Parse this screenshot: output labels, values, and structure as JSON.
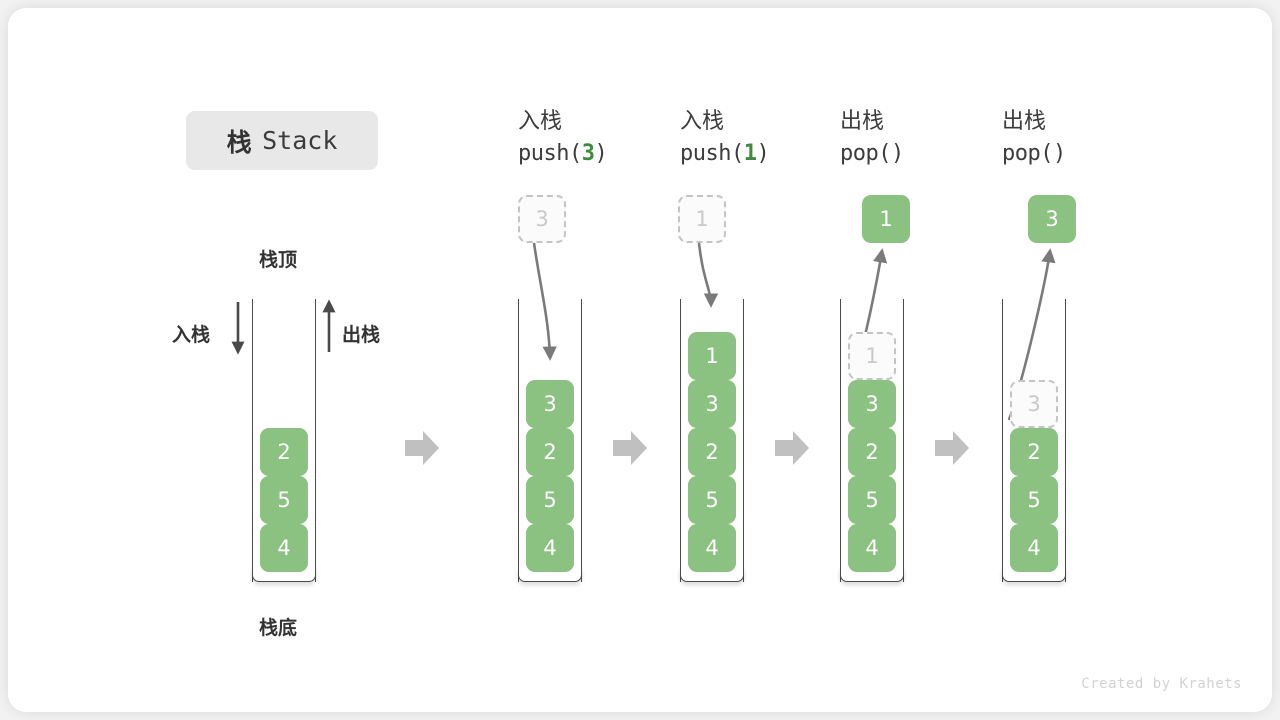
{
  "title": {
    "cjk": "栈",
    "latin": "Stack"
  },
  "labels": {
    "top": "栈顶",
    "bottom": "栈底",
    "push_side": "入栈",
    "pop_side": "出栈"
  },
  "initial_stack": {
    "name": "initial",
    "items": [
      "4",
      "5",
      "2"
    ]
  },
  "steps": [
    {
      "op_cjk": "入栈",
      "op_call_prefix": "push(",
      "op_call_arg": "3",
      "op_call_suffix": ")",
      "floating": {
        "value": "3",
        "style": "ghost"
      },
      "items": [
        {
          "value": "4",
          "style": "filled"
        },
        {
          "value": "5",
          "style": "filled"
        },
        {
          "value": "2",
          "style": "filled"
        },
        {
          "value": "3",
          "style": "filled"
        }
      ]
    },
    {
      "op_cjk": "入栈",
      "op_call_prefix": "push(",
      "op_call_arg": "1",
      "op_call_suffix": ")",
      "floating": {
        "value": "1",
        "style": "ghost"
      },
      "items": [
        {
          "value": "4",
          "style": "filled"
        },
        {
          "value": "5",
          "style": "filled"
        },
        {
          "value": "2",
          "style": "filled"
        },
        {
          "value": "3",
          "style": "filled"
        },
        {
          "value": "1",
          "style": "filled"
        }
      ]
    },
    {
      "op_cjk": "出栈",
      "op_call_prefix": "pop(",
      "op_call_arg": "",
      "op_call_suffix": ")",
      "floating": {
        "value": "1",
        "style": "filled"
      },
      "items": [
        {
          "value": "4",
          "style": "filled"
        },
        {
          "value": "5",
          "style": "filled"
        },
        {
          "value": "2",
          "style": "filled"
        },
        {
          "value": "3",
          "style": "filled"
        },
        {
          "value": "1",
          "style": "ghost"
        }
      ]
    },
    {
      "op_cjk": "出栈",
      "op_call_prefix": "pop(",
      "op_call_arg": "",
      "op_call_suffix": ")",
      "floating": {
        "value": "3",
        "style": "filled"
      },
      "items": [
        {
          "value": "4",
          "style": "filled"
        },
        {
          "value": "5",
          "style": "filled"
        },
        {
          "value": "2",
          "style": "filled"
        },
        {
          "value": "3",
          "style": "ghost"
        }
      ]
    }
  ],
  "separator_arrows": 4,
  "footer": "Created by Krahets",
  "colors": {
    "element_green": "#8bc181",
    "arg_green": "#3f8a3c",
    "ghost_border": "#c4c4c4",
    "ghost_text": "#c9c9c9",
    "wall": "#4a4a4a",
    "chip_bg": "#e8e8e8",
    "arrow_gray": "#7a7a7a",
    "block_arrow_gray": "#c0c0c0",
    "footer_gray": "#d2d2d2"
  }
}
